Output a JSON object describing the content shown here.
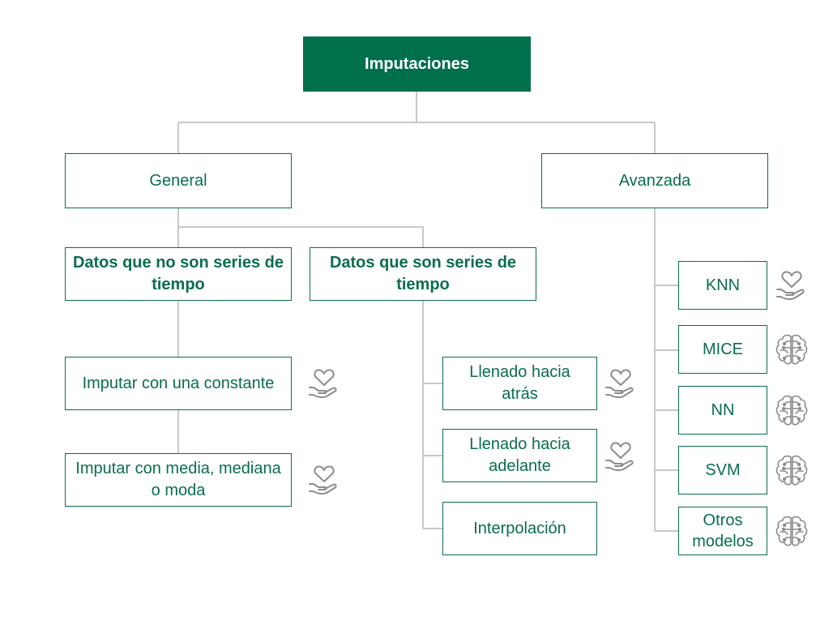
{
  "colors": {
    "accent": "#006f4b",
    "border": "#0a6e4a",
    "connector": "#c8c8c8",
    "icon": "#8c8c8c"
  },
  "root": {
    "label": "Imputaciones"
  },
  "general": {
    "label": "General",
    "non_series": {
      "label": "Datos que no son series de tiempo",
      "children": [
        {
          "label": "Imputar con una constante",
          "icon": "heart-hand-icon"
        },
        {
          "label": "Imputar con media, mediana o moda",
          "icon": "heart-hand-icon"
        }
      ]
    },
    "series": {
      "label": "Datos que son series de tiempo",
      "children": [
        {
          "label": "Llenado hacia atrás",
          "icon": "heart-hand-icon"
        },
        {
          "label": "Llenado hacia adelante",
          "icon": "heart-hand-icon"
        },
        {
          "label": "Interpolación"
        }
      ]
    }
  },
  "advanced": {
    "label": "Avanzada",
    "children": [
      {
        "label": "KNN",
        "icon": "heart-hand-icon"
      },
      {
        "label": "MICE",
        "icon": "brain-icon"
      },
      {
        "label": "NN",
        "icon": "brain-icon"
      },
      {
        "label": "SVM",
        "icon": "brain-icon"
      },
      {
        "label": "Otros modelos",
        "icon": "brain-icon"
      }
    ]
  }
}
